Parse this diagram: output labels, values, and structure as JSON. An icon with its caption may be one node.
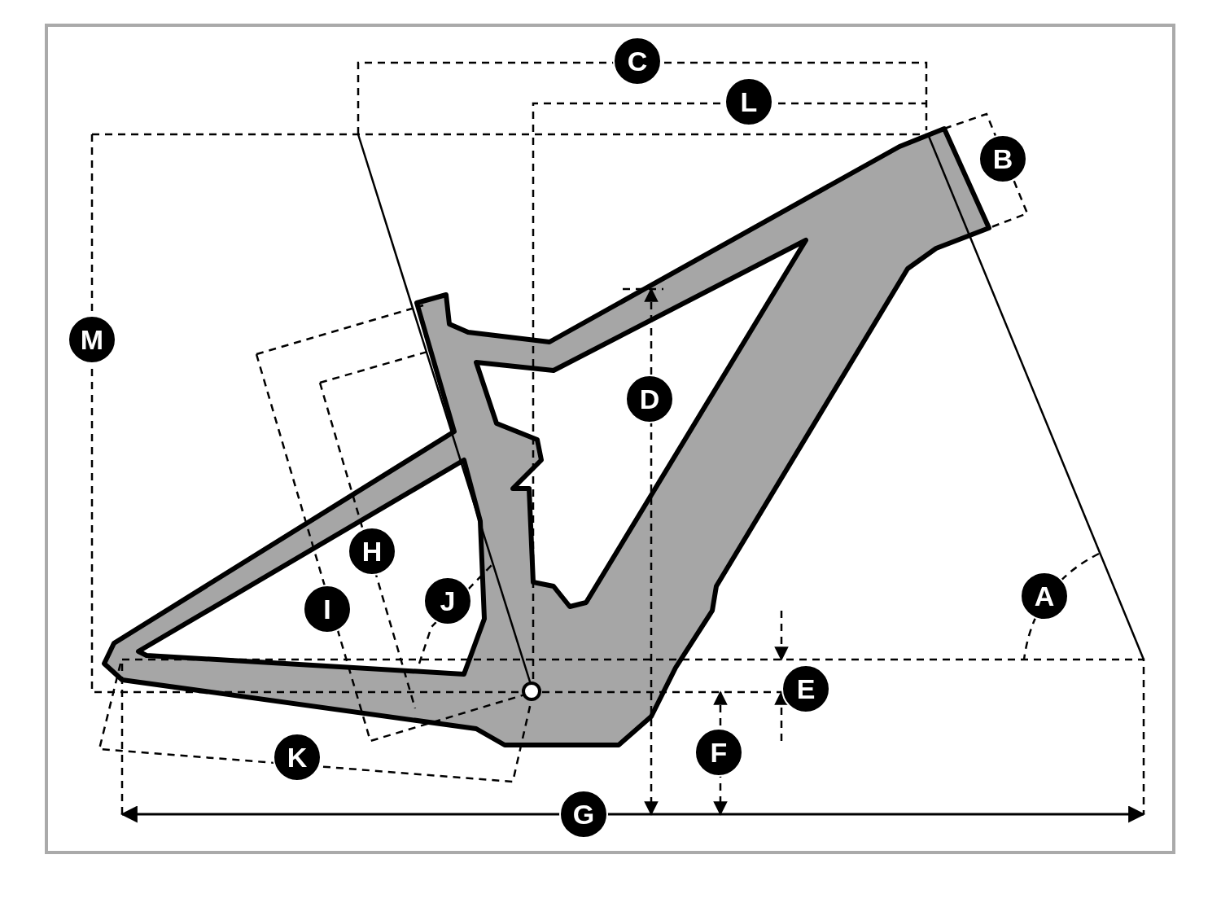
{
  "diagram": {
    "labels": [
      "C",
      "L",
      "B",
      "M",
      "D",
      "H",
      "A",
      "J",
      "I",
      "E",
      "F",
      "K",
      "G"
    ]
  }
}
